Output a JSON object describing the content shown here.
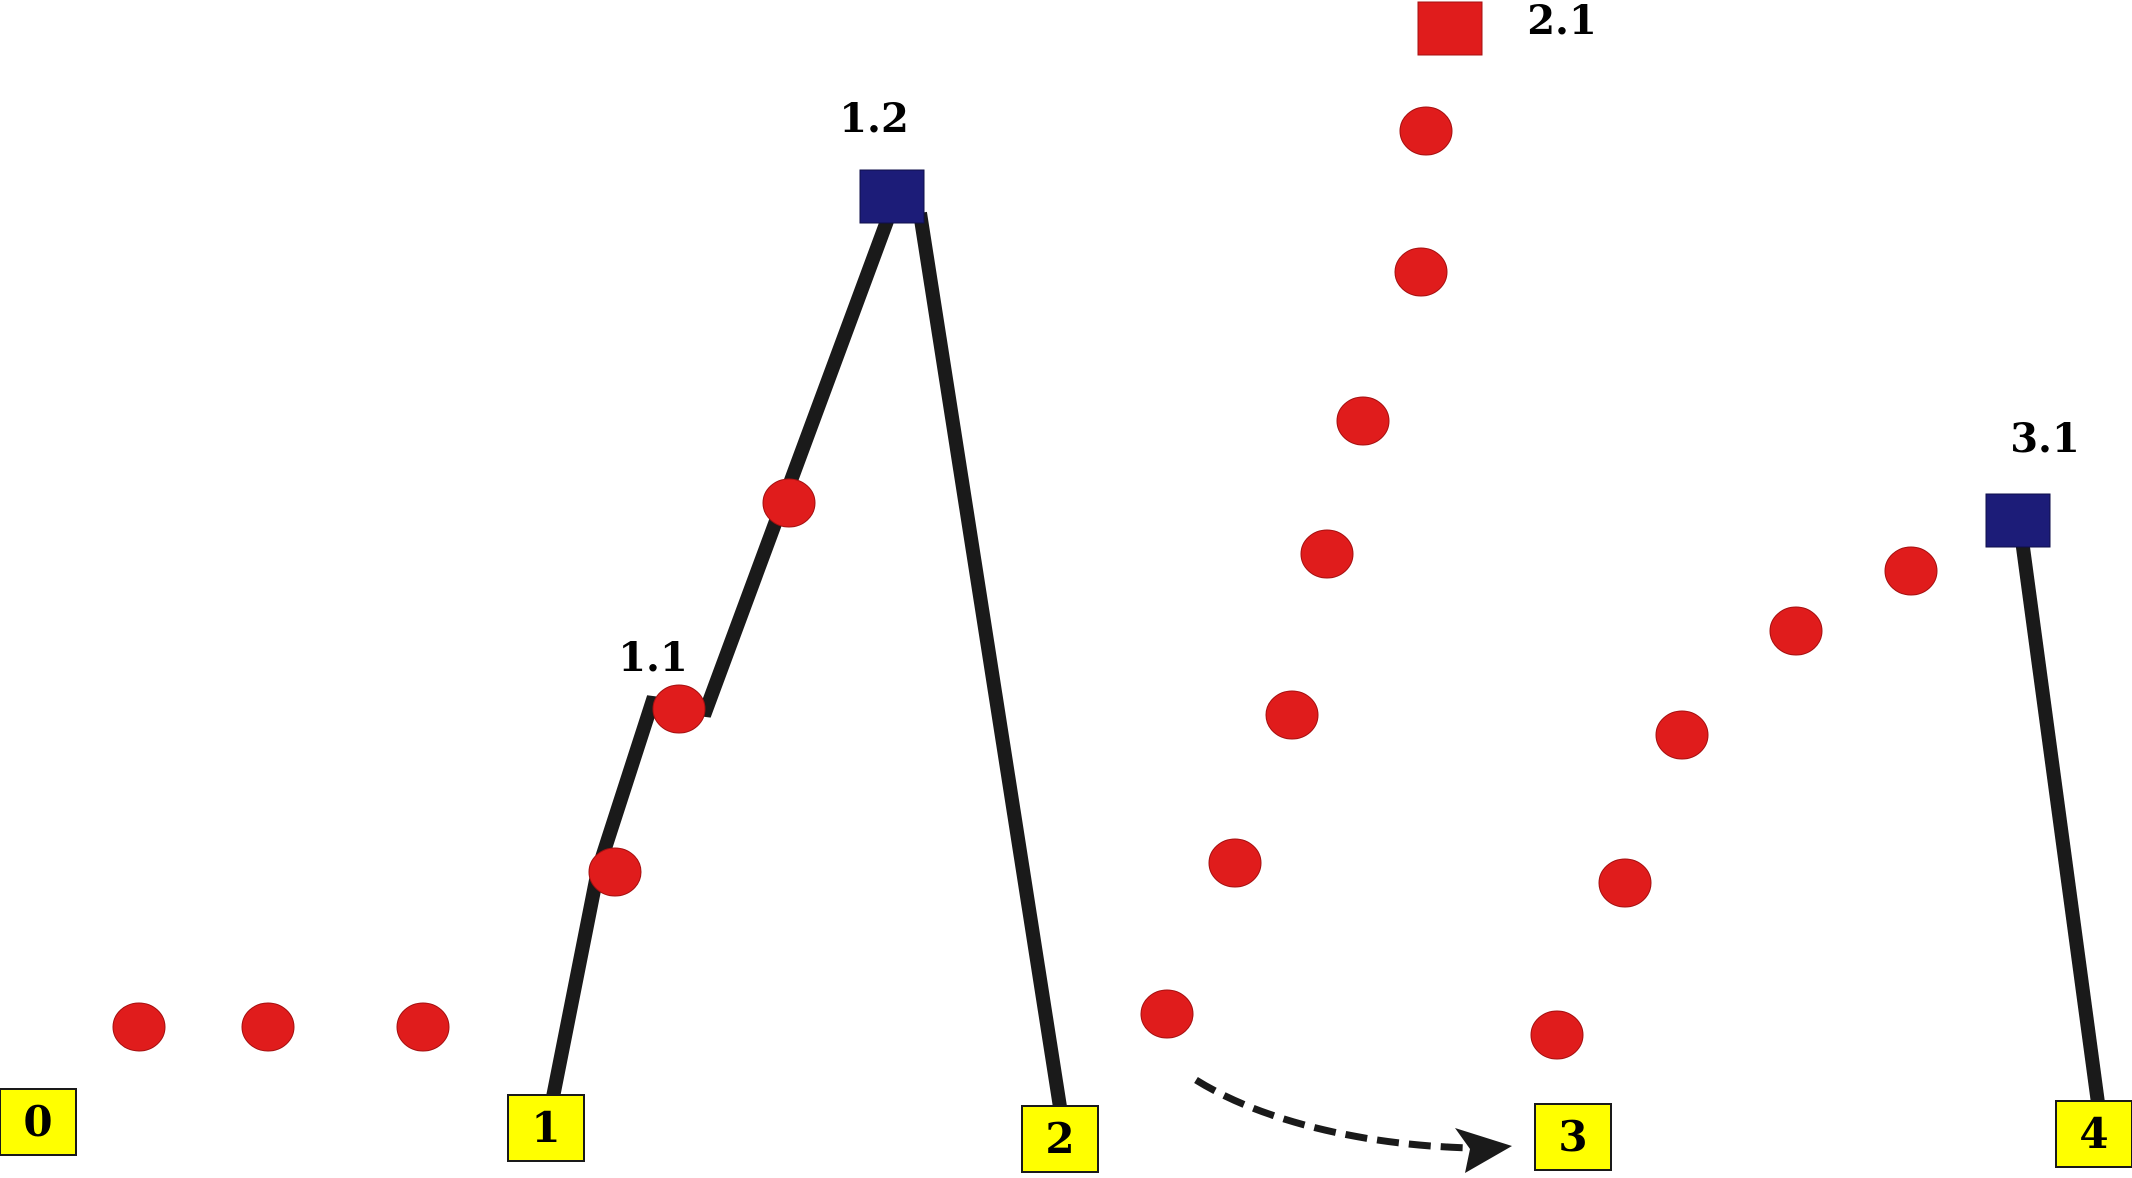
{
  "diagram": {
    "colors": {
      "background": "#ffffff",
      "yellow_box": "#ffff00",
      "navy_box": "#1c1c78",
      "red_box": "#e01c1c",
      "red_dot": "#e01c1c",
      "line": "#1a1a1a",
      "text": "#000000"
    },
    "base_boxes": [
      {
        "id": "box-0",
        "label": "0"
      },
      {
        "id": "box-1",
        "label": "1"
      },
      {
        "id": "box-2",
        "label": "2"
      },
      {
        "id": "box-3",
        "label": "3"
      },
      {
        "id": "box-4",
        "label": "4"
      }
    ],
    "node_labels": [
      {
        "id": "node-1-1",
        "label": "1.1"
      },
      {
        "id": "node-1-2",
        "label": "1.2"
      },
      {
        "id": "node-2-1",
        "label": "2.1"
      },
      {
        "id": "node-3-1",
        "label": "3.1"
      }
    ]
  }
}
